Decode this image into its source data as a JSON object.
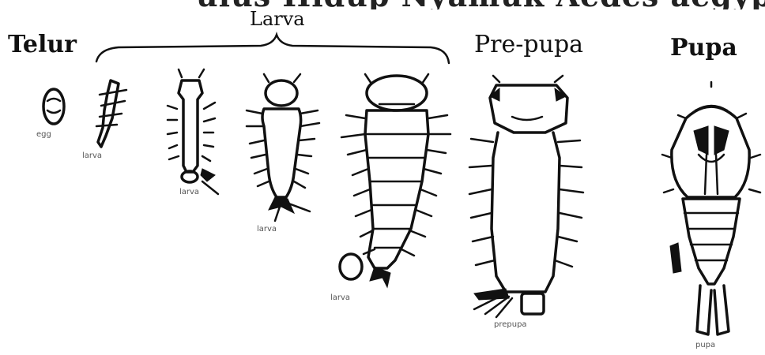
{
  "heading_partial": "ulus Hidup Nyamuk Aedes aegypti",
  "stages": {
    "telur": "Telur",
    "larva": "Larva",
    "prepupa": "Pre-pupa",
    "pupa": "Pupa"
  },
  "captions": {
    "egg": "egg",
    "larva_1": "larva",
    "larva_2": "larva",
    "larva_3": "larva",
    "larva_4": "larva",
    "prepupa": "prepupa",
    "pupa": "pupa"
  },
  "colors": {
    "ink": "#111111",
    "background": "#ffffff"
  }
}
